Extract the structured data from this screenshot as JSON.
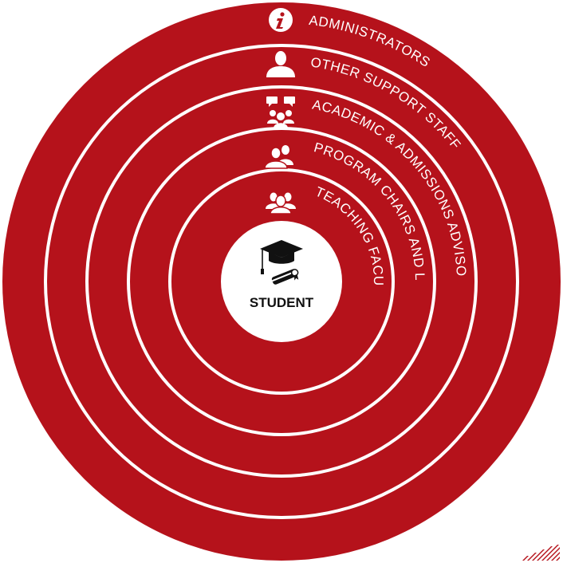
{
  "colors": {
    "ring": "#b5121b",
    "gap": "#ffffff",
    "center": "#ffffff",
    "label": "#ffffff",
    "center_text": "#111111"
  },
  "center": {
    "label": "STUDENT",
    "icon": "graduation-cap-diploma-icon"
  },
  "rings": [
    {
      "label": "ADMINISTRATORS",
      "icon": "info-icon"
    },
    {
      "label": "OTHER SUPPORT STAFF",
      "icon": "person-icon"
    },
    {
      "label": "ACADEMIC & ADMISSIONS ADVISORS",
      "icon": "discussion-group-icon"
    },
    {
      "label": "PROGRAM CHAIRS AND LEAD FACULTY",
      "icon": "two-people-icon"
    },
    {
      "label": "TEACHING FACULTY",
      "icon": "group-icon"
    }
  ],
  "logo": {
    "icon": "corner-stripes-logo"
  }
}
